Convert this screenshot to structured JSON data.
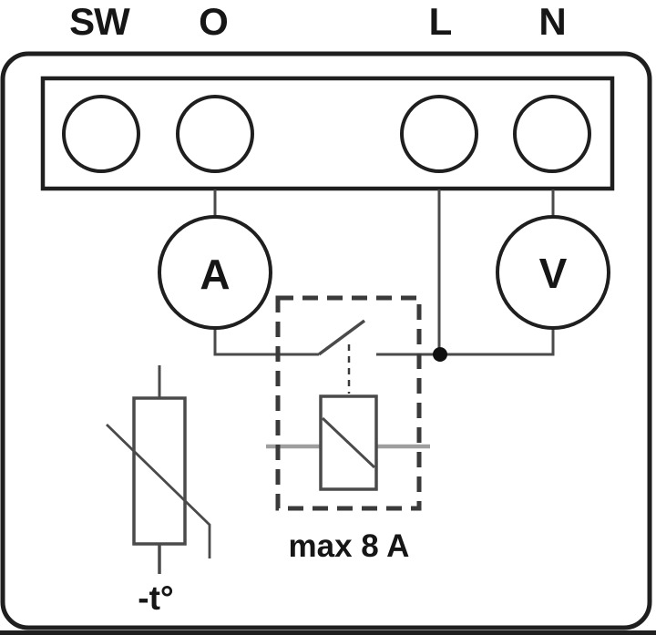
{
  "diagram": {
    "type": "wiring-schematic",
    "terminal_labels": {
      "sw": "SW",
      "o": "O",
      "l": "L",
      "n": "N"
    },
    "meter_labels": {
      "ammeter": "A",
      "voltmeter": "V"
    },
    "relay": {
      "rating_label": "max 8 A"
    },
    "thermistor": {
      "label": "-t°"
    }
  },
  "colors": {
    "outline": "#1f1f1f",
    "wire": "#4a4a4a",
    "dashed_box": "#3a3a3a",
    "gray_lead": "#9e9e9e",
    "junction_dot": "#101010",
    "background": "#ffffff"
  }
}
